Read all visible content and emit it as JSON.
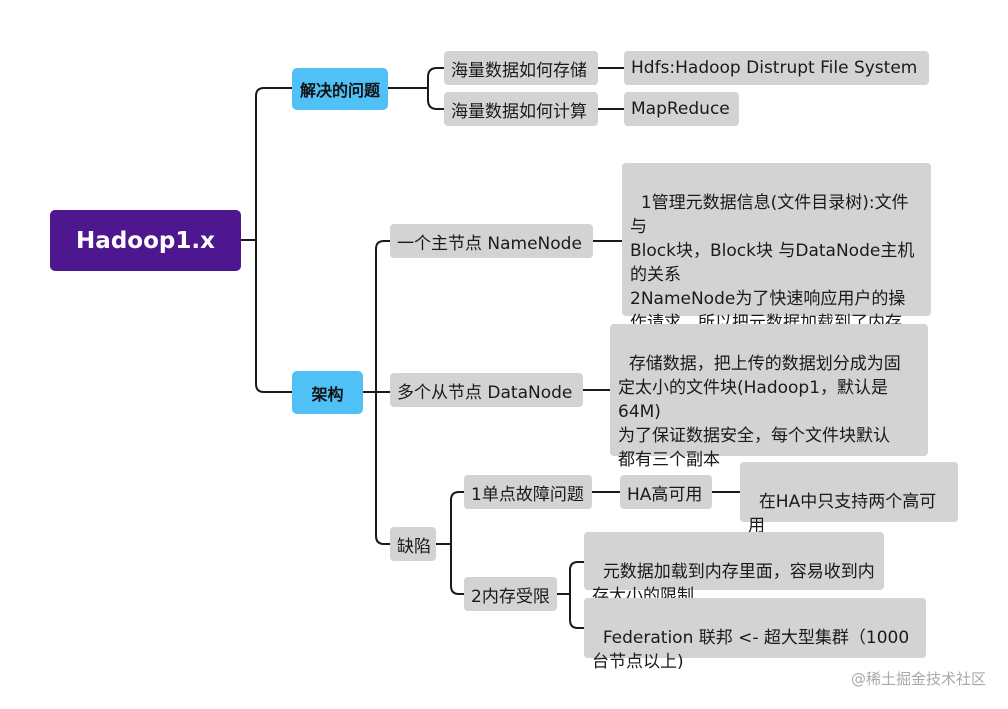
{
  "root": {
    "label": "Hadoop1.x"
  },
  "problems": {
    "label": "解决的问题",
    "storage": {
      "label": "海量数据如何存储",
      "answer": "Hdfs:Hadoop Distrupt File System"
    },
    "compute": {
      "label": "海量数据如何计算",
      "answer": "MapReduce"
    }
  },
  "architecture": {
    "label": "架构",
    "namenode": {
      "label": "一个主节点 NameNode",
      "detail": "1管理元数据信息(文件目录树):文件与\nBlock块，Block块 与DataNode主机\n的关系\n2NameNode为了快速响应用户的操\n作请求，所以把元数据加载到了内存\n里面"
    },
    "datanode": {
      "label": "多个从节点 DataNode",
      "detail": "存储数据，把上传的数据划分成为固\n定太小的文件块(Hadoop1，默认是\n64M)\n为了保证数据安全，每个文件块默认\n都有三个副本"
    },
    "defects": {
      "label": "缺陷",
      "spof": {
        "label": "1单点故障问题",
        "ha": "HA高可用",
        "ha_detail": "在HA中只支持两个高可用\nNameNode"
      },
      "memory": {
        "label": "2内存受限",
        "item1": "元数据加载到内存里面，容易收到内\n存大小的限制",
        "item2": "Federation 联邦 <- 超大型集群（1000\n台节点以上)"
      }
    }
  },
  "watermark": "@稀土掘金技术社区"
}
